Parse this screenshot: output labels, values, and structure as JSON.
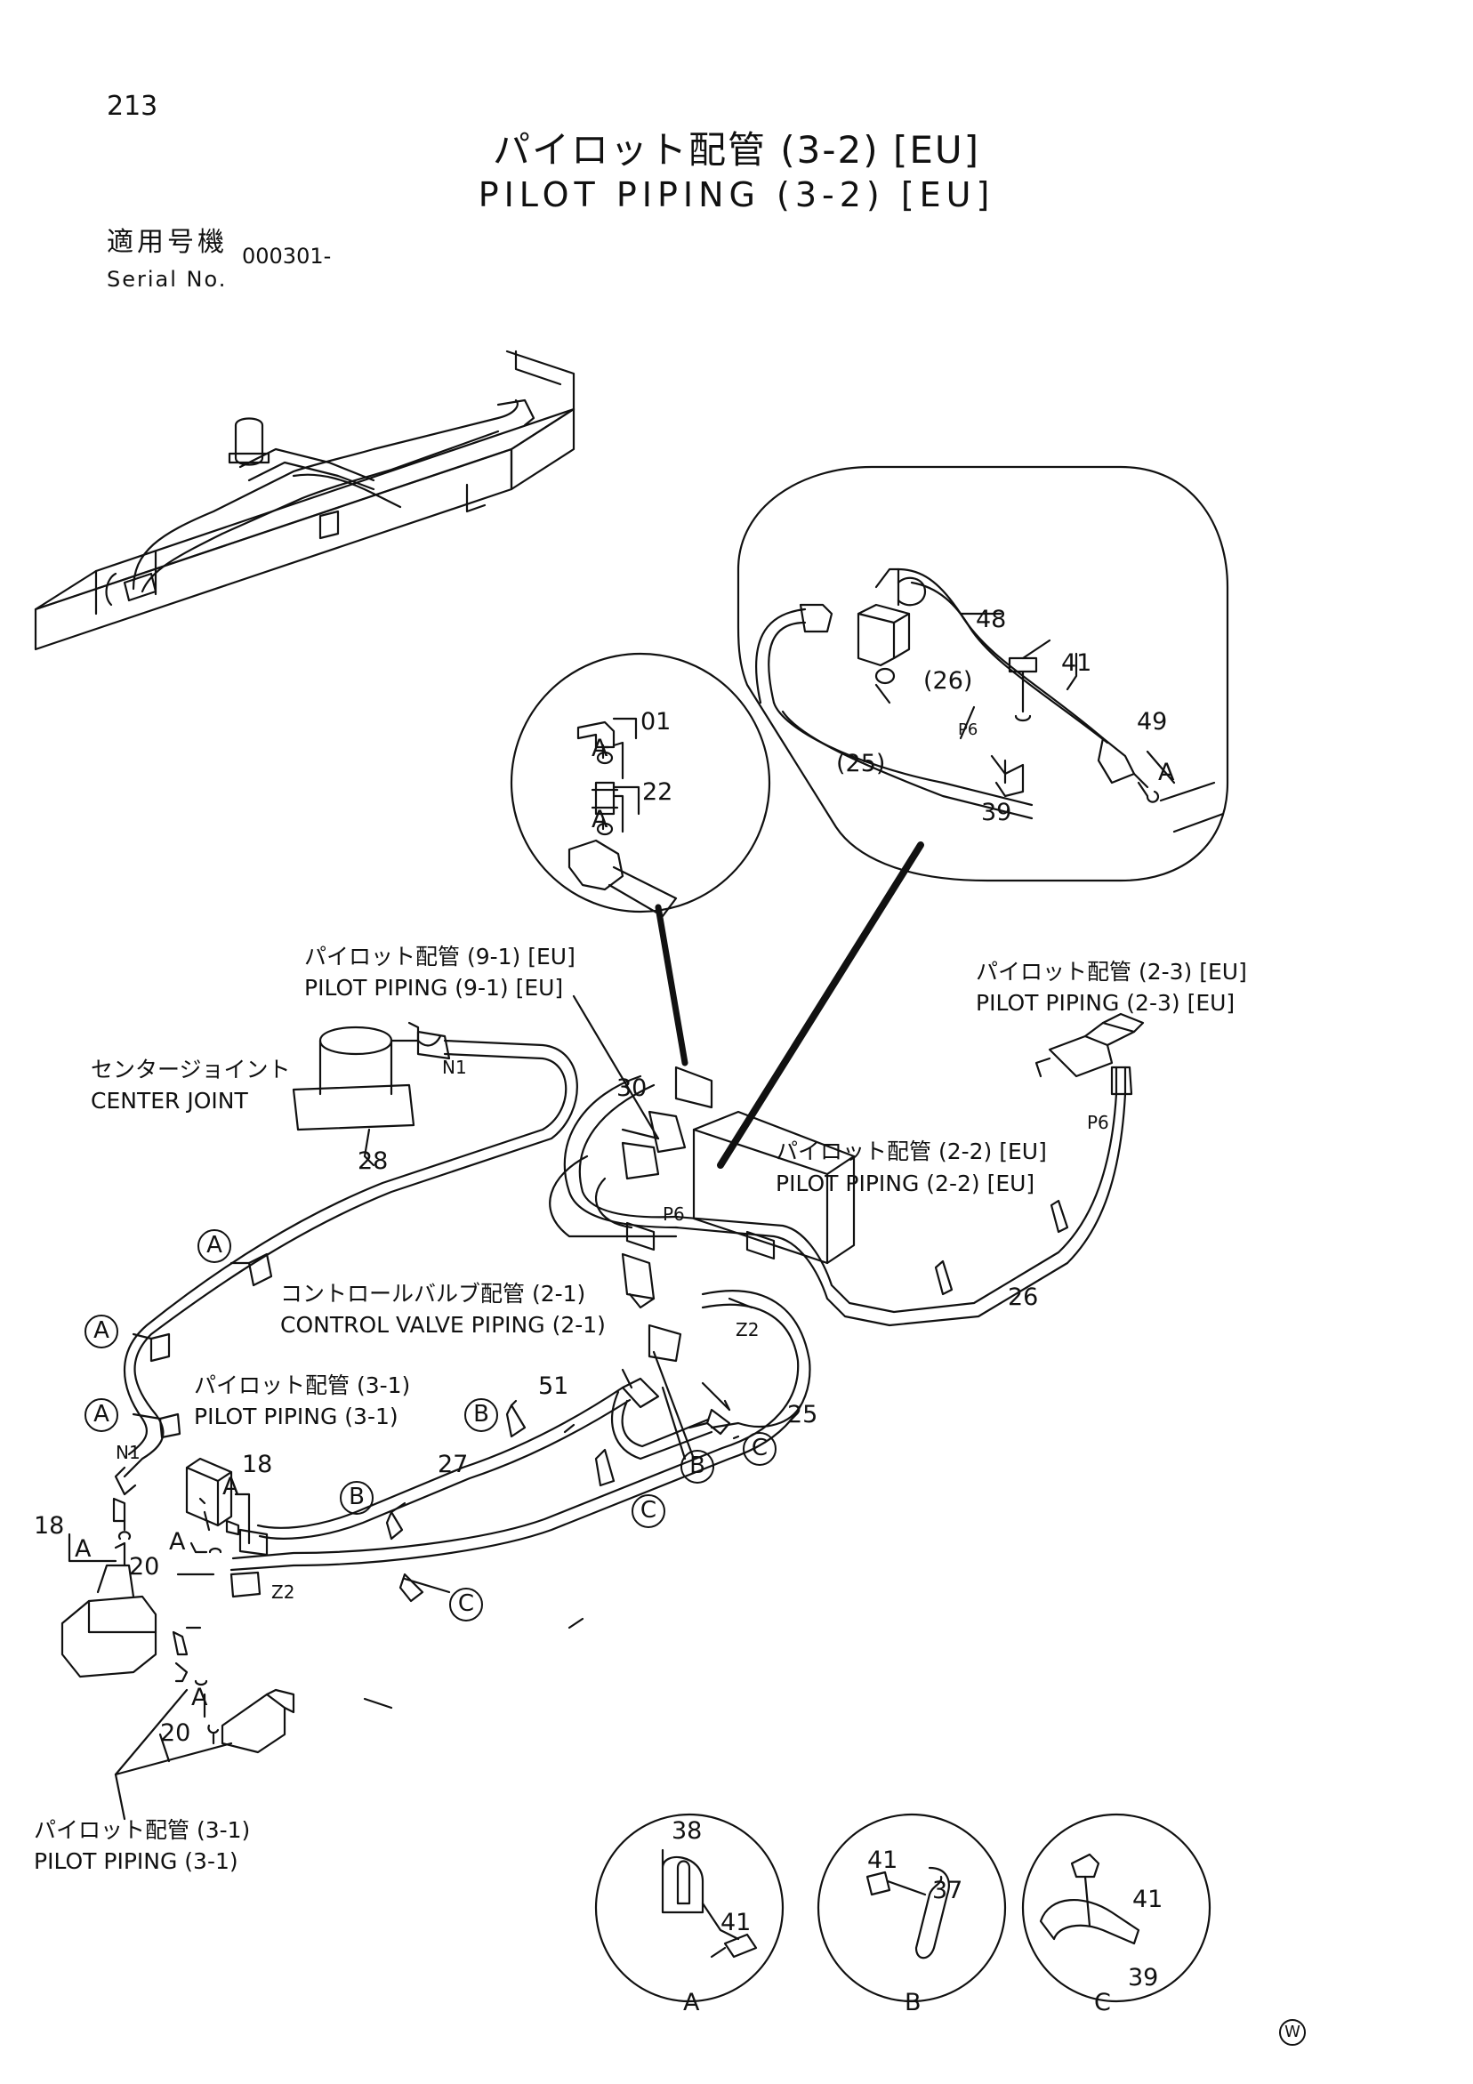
{
  "page_number": "213",
  "title_jp": "パイロット配管 (3-2) [EU]",
  "title_en": "PILOT PIPING (3-2) [EU]",
  "serial": {
    "label_jp": "適用号機",
    "label_en": "Serial No.",
    "value": "000301-"
  },
  "references": {
    "pp91_jp": "パイロット配管 (9-1) [EU]",
    "pp91_en": "PILOT PIPING (9-1) [EU]",
    "pp23_jp": "パイロット配管 (2-3) [EU]",
    "pp23_en": "PILOT PIPING (2-3) [EU]",
    "pp22_jp": "パイロット配管 (2-2) [EU]",
    "pp22_en": "PILOT PIPING (2-2) [EU]",
    "cj_jp": "センタージョイント",
    "cj_en": "CENTER JOINT",
    "cvp_jp": "コントロールバルブ配管 (2-1)",
    "cvp_en": "CONTROL VALVE PIPING (2-1)",
    "pp31a_jp": "パイロット配管 (3-1)",
    "pp31a_en": "PILOT PIPING (3-1)",
    "pp31b_jp": "パイロット配管 (3-1)",
    "pp31b_en": "PILOT PIPING (3-1)"
  },
  "ports": {
    "n1": "N1",
    "p6": "P6",
    "z2": "Z2"
  },
  "parts": {
    "p01": "01",
    "p18": "18",
    "p20": "20",
    "p22": "22",
    "p25": "25",
    "p26": "26",
    "p25p": "(25)",
    "p26p": "(26)",
    "p27": "27",
    "p28": "28",
    "p30": "30",
    "p37": "37",
    "p38": "38",
    "p39": "39",
    "p41": "41",
    "p48": "48",
    "p49": "49",
    "p51": "51"
  },
  "clamps": {
    "a": "A",
    "b": "B",
    "c": "C"
  },
  "mark": "W"
}
